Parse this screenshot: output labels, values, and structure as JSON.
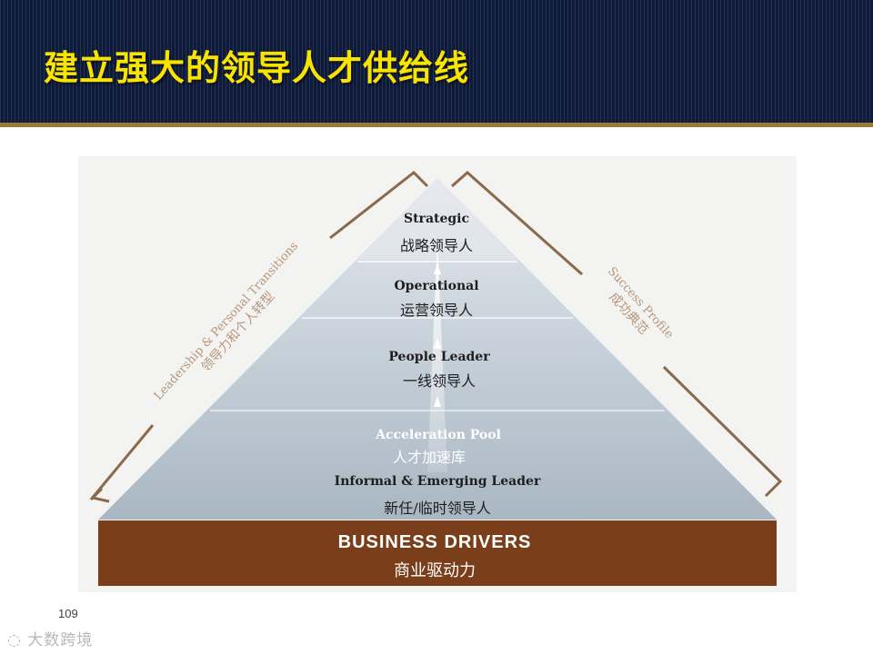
{
  "slide": {
    "title": "建立强大的领导人才供给线",
    "page_number": "109",
    "watermark": "大数跨境"
  },
  "diagram": {
    "levels": [
      {
        "en": "Strategic",
        "cn": "战略领导人"
      },
      {
        "en": "Operational",
        "cn": "运营领导人"
      },
      {
        "en": "People Leader",
        "cn": "一线领导人"
      },
      {
        "en": "Acceleration Pool",
        "cn": "人才加速库"
      },
      {
        "en": "Informal & Emerging Leader",
        "cn": "新任/临时领导人"
      }
    ],
    "base": {
      "en": "BUSINESS DRIVERS",
      "cn": "商业驱动力"
    },
    "left_side": {
      "en": "Leadership & Personal Transitions",
      "cn": "领导力和个人转型"
    },
    "right_side": {
      "en": "Success Profile",
      "cn": "成功典范"
    },
    "colors": {
      "header_bg": "#0e1a3a",
      "title": "#f8e400",
      "base_band": "#7a3e1a",
      "bracket": "#8a6a4a",
      "pyramid_top": "#e2e7ec",
      "pyramid_bottom": "#a8b6c2"
    }
  }
}
